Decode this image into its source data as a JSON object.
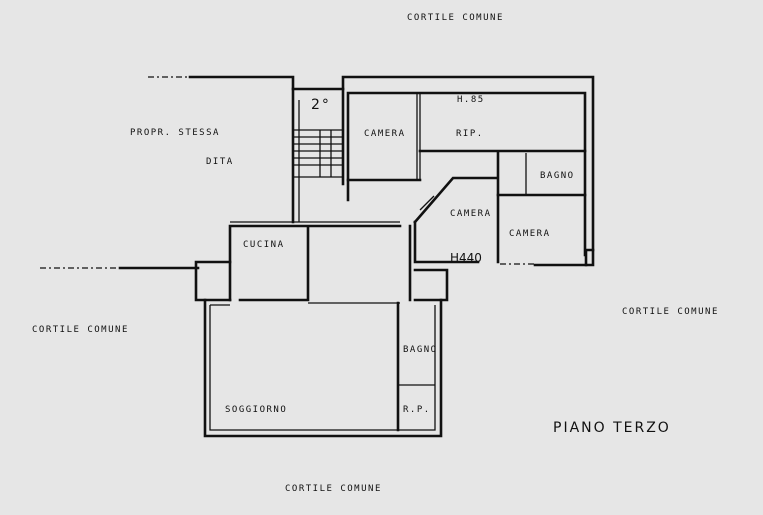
{
  "outside": {
    "courtyard_top": "CORTILE COMUNE",
    "courtyard_right": "CORTILE COMUNE",
    "courtyard_left": "CORTILE COMUNE",
    "courtyard_bottom": "CORTILE COMUNE",
    "neighbor_line1": "PROPR. STESSA",
    "neighbor_line2": "DITA"
  },
  "rooms": {
    "stair": "2°",
    "camera_1": "CAMERA",
    "ripostiglio": "RIP.",
    "height_top": "H.85",
    "bagno_1": "BAGNO",
    "camera_2": "CAMERA",
    "camera_3": "CAMERA",
    "height_mid": "H440",
    "cucina": "CUCINA",
    "bagno_2": "BAGNO",
    "soggiorno": "SOGGIORNO",
    "rp": "R.P."
  },
  "title": "PIANO TERZO"
}
